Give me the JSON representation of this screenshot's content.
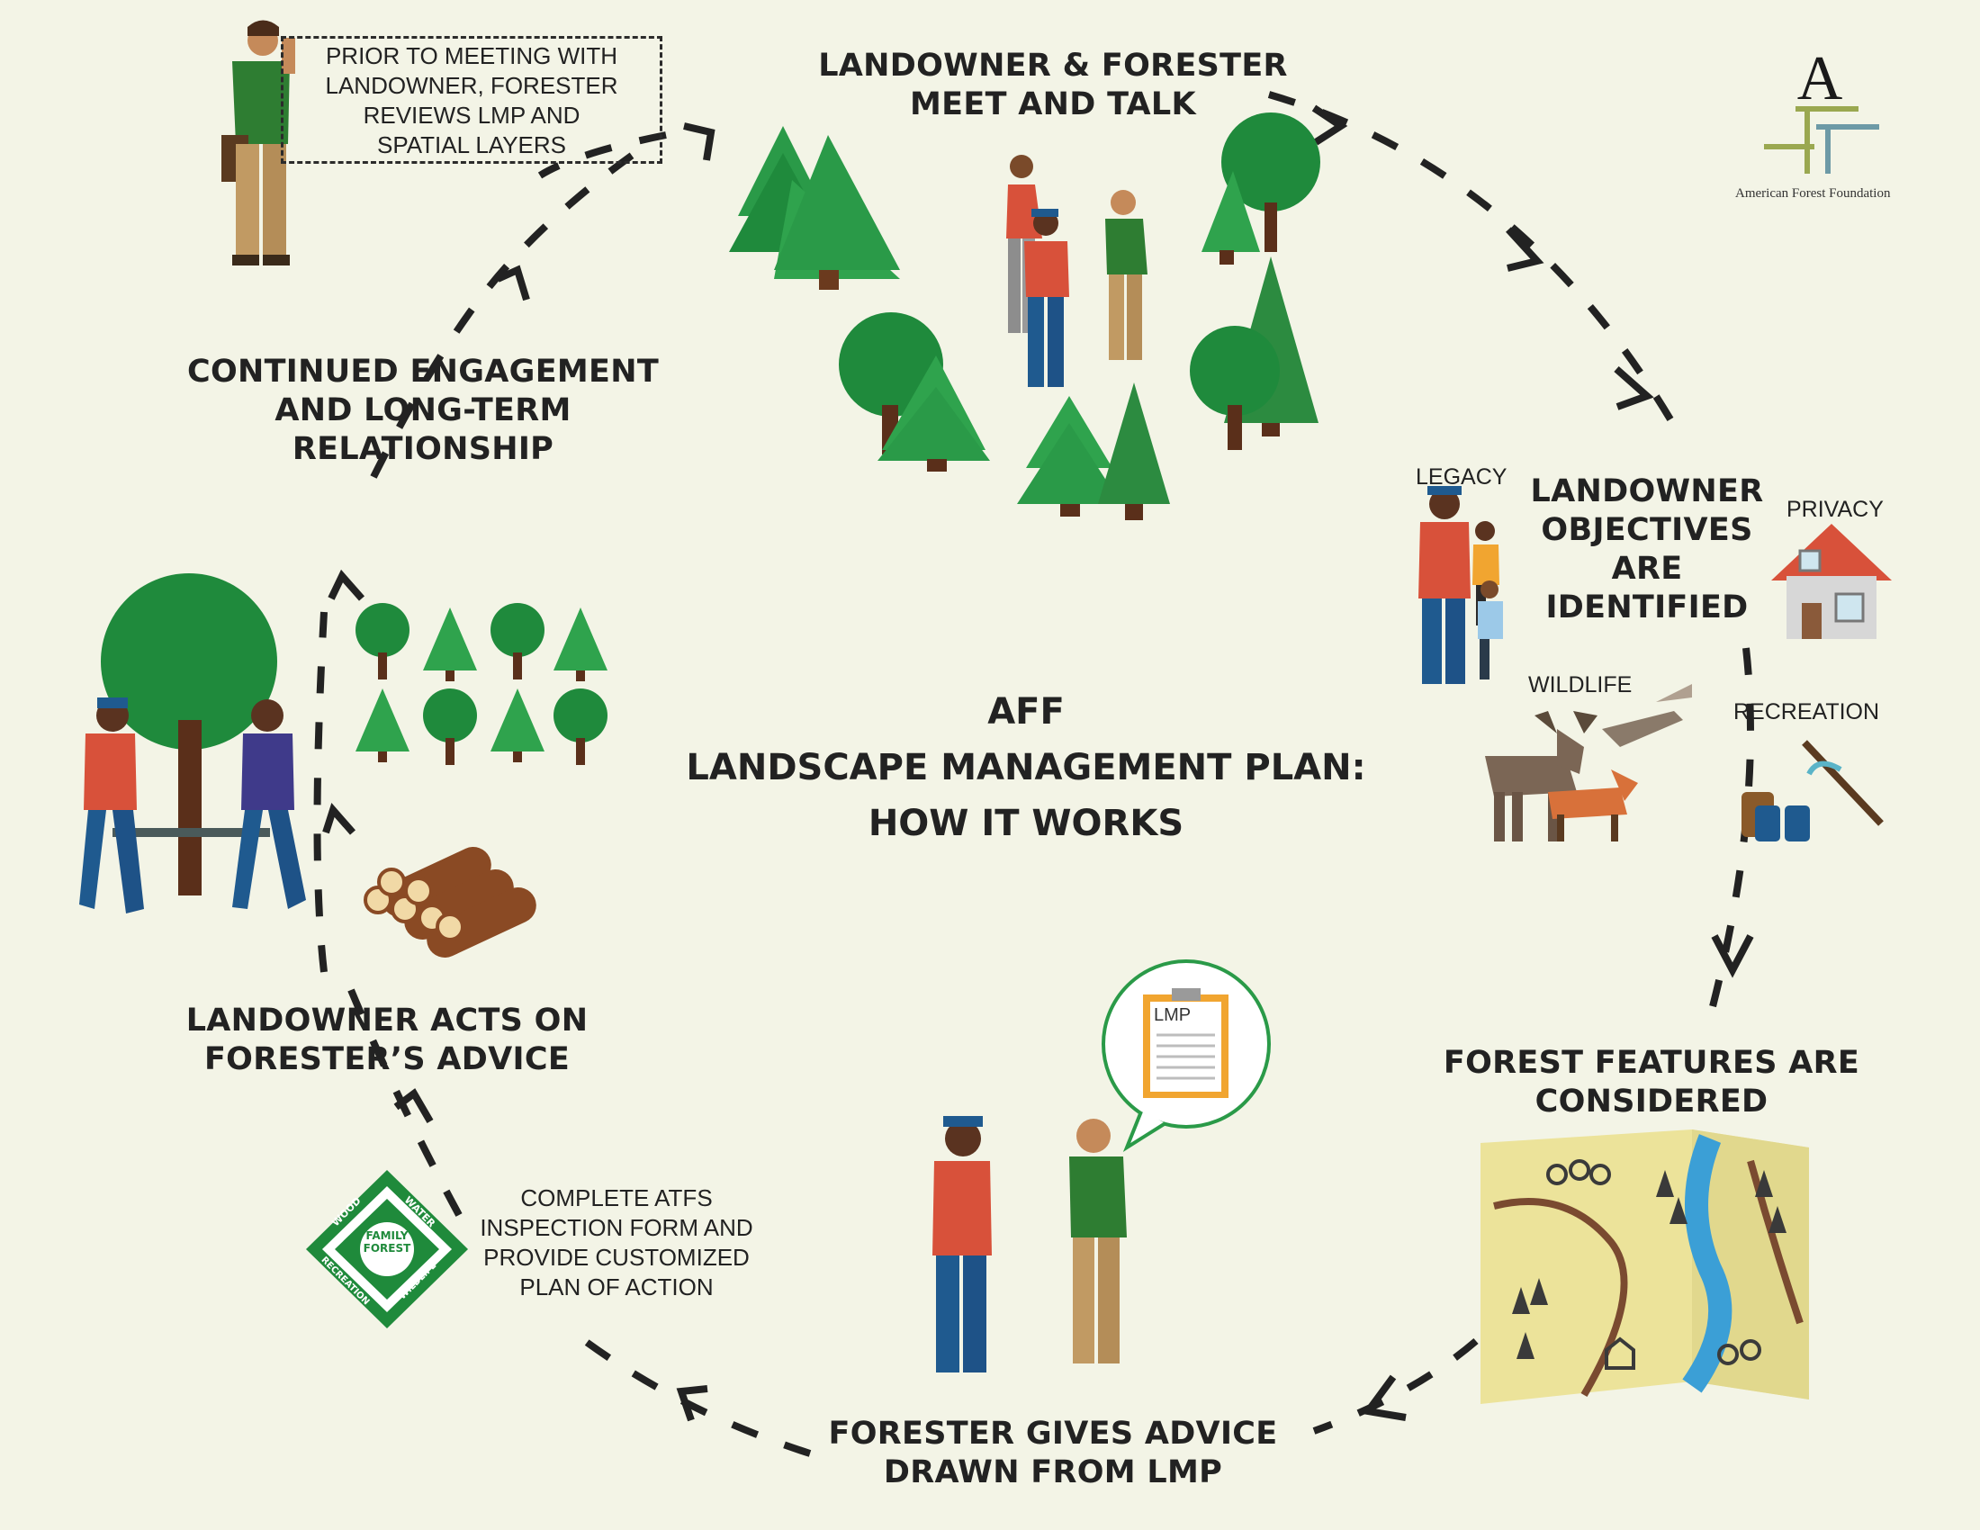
{
  "logo": {
    "mark": "A",
    "org_name": "American Forest Foundation",
    "icon": "aff-logo-icon"
  },
  "center": {
    "line1": "AFF",
    "line2": "LANDSCAPE MANAGEMENT PLAN:",
    "line3": "HOW IT WORKS"
  },
  "steps": {
    "prep_note": "PRIOR TO MEETING WITH\nLANDOWNER, FORESTER\nREVIEWS LMP AND\nSPATIAL LAYERS",
    "meet": "LANDOWNER & FORESTER\nMEET AND TALK",
    "objectives": "LANDOWNER\nOBJECTIVES\nARE\nIDENTIFIED",
    "features": "FOREST FEATURES ARE\nCONSIDERED",
    "advice": "FORESTER GIVES ADVICE\nDRAWN FROM LMP",
    "atfs_note": "COMPLETE ATFS\nINSPECTION FORM AND\nPROVIDE CUSTOMIZED\nPLAN OF ACTION",
    "acts": "LANDOWNER ACTS ON\nFORESTER’S ADVICE",
    "engagement": "CONTINUED ENGAGEMENT\nAND LONG-TERM\nRELATIONSHIP"
  },
  "objective_tags": {
    "legacy": "LEGACY",
    "privacy": "PRIVACY",
    "wildlife": "WILDLIFE",
    "recreation": "RECREATION"
  },
  "clipboard": {
    "label": "LMP"
  },
  "badge": {
    "top": "FAMILY",
    "bottom": "FOREST",
    "wood": "WOOD",
    "water": "WATER",
    "recreation": "RECREATION",
    "wildlife": "WILDLIFE"
  },
  "colors": {
    "background": "#f3f4e6",
    "tree_dark": "#1e7a3a",
    "tree_light": "#2f9c4b",
    "shirt_red": "#d8513a",
    "shirt_green": "#2e7d32",
    "jeans": "#1f5a8f",
    "khaki": "#c19a63",
    "badge_green": "#1f8a3b",
    "clipboard_orange": "#f1a530",
    "map_tan": "#ece39a",
    "river_blue": "#3b9fd6"
  }
}
